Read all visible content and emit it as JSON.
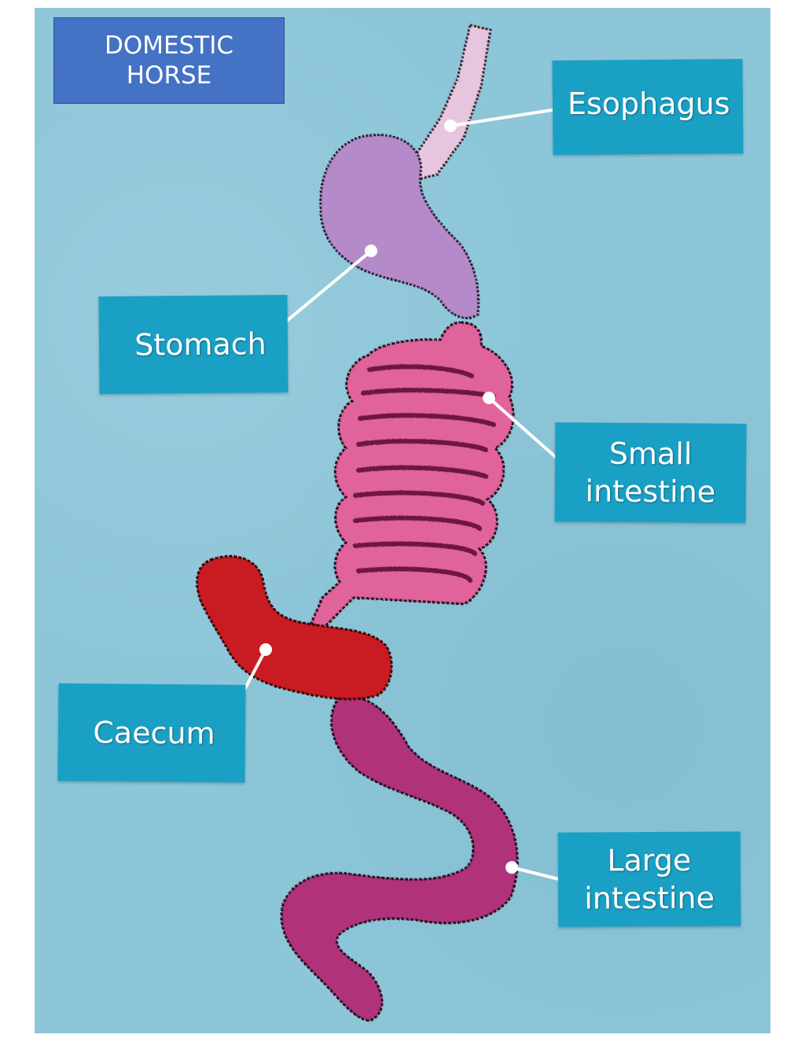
{
  "title": "DOMESTIC\nHORSE",
  "labels": {
    "esophagus": "Esophagus",
    "stomach": "Stomach",
    "small_intestine": "Small\nintestine",
    "caecum": "Caecum",
    "large_intestine": "Large\nintestine"
  },
  "colors": {
    "background": "#8cc6d8",
    "title_box": "#4472c4",
    "label_card": "#1aa0c4",
    "esophagus": "#e6c6df",
    "stomach": "#b48ac9",
    "small_intestine": "#e0649c",
    "caecum": "#c91f24",
    "large_intestine": "#b0307a",
    "leader_line": "#ffffff"
  }
}
